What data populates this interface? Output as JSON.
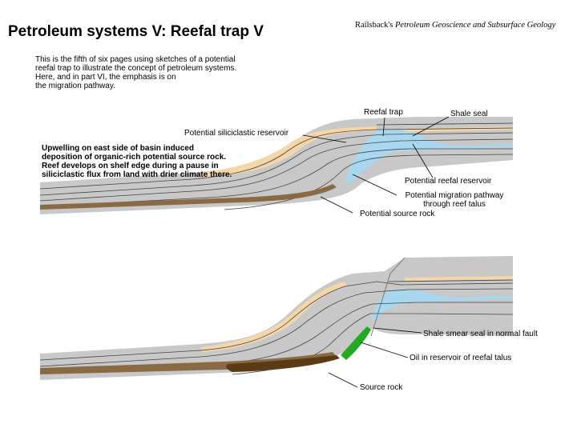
{
  "title": "Petroleum systems V: Reefal trap V",
  "credit": {
    "author": "Railsback's",
    "book": "Petroleum Geoscience and Subsurface Geology"
  },
  "intro_lines": [
    "This is the fifth of six pages using sketches of a potential",
    "reefal trap to illustrate the concept of petroleum systems.",
    "Here, and in part VI, the emphasis is on",
    "the migration pathway."
  ],
  "note_lines": [
    "Upwelling on east side of basin induced",
    "deposition of organic-rich potential source rock.",
    "Reef develops on shelf edge during a pause in",
    "siliciclastic flux from land with drier climate there."
  ],
  "top_labels": {
    "reefal_trap": "Reefal trap",
    "shale_seal": "Shale seal",
    "siliciclastic_reservoir": "Potential siliciclastic reservoir",
    "reefal_reservoir": "Potential reefal reservoir",
    "migration_line1": "Potential migration pathway",
    "migration_line2": "through reef talus",
    "source_rock": "Potential source rock"
  },
  "bottom_labels": {
    "smear_seal": "Shale smear seal in normal fault",
    "oil_talus": "Oil in reservoir of reefal talus",
    "source_rock": "Source rock"
  },
  "colors": {
    "gray": "#c8c8c8",
    "sand": "#f5d6a8",
    "reef": "#a8d8f0",
    "source": "#8a6a44",
    "source_dark": "#5c3a14",
    "oil": "#22aa22"
  }
}
